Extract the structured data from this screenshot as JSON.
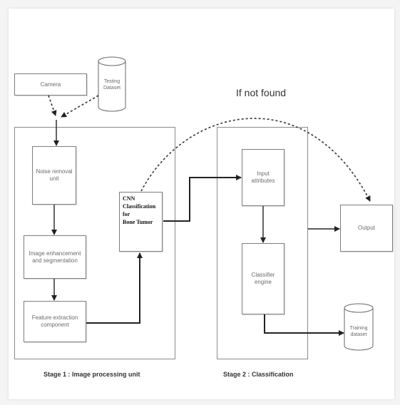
{
  "nodes": {
    "camera": "Camera",
    "testing_dataset": "Testing Dataset",
    "noise_removal": "Noise removal unit",
    "image_enhancement": "Image enhancement and segmentation",
    "feature_extraction": "Feature extraction component",
    "cnn_line1": "CNN",
    "cnn_line2": "Classification",
    "cnn_line3": "for",
    "cnn_line4": "Bone Tumor",
    "input_attributes": "Input attributes",
    "classifier_engine": "Classifier engine",
    "output": "Output",
    "training_dataset": "Training dataset"
  },
  "labels": {
    "stage1": "Stage 1 : Image processing unit",
    "stage2": "Stage 2 : Classification",
    "if_not_found": "If not found"
  }
}
